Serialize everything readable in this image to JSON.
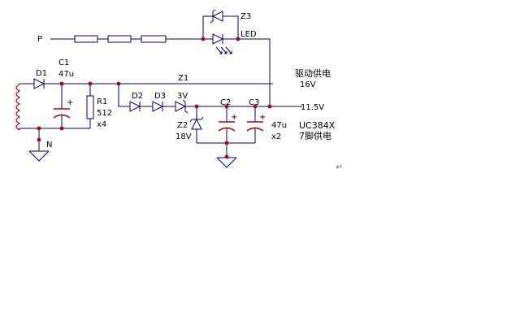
{
  "labels": {
    "p": "P",
    "n": "N",
    "d1": "D1",
    "c1": "C1",
    "c1_value": "47u",
    "r1": "R1",
    "r1_value": "512",
    "r1_count": "x4",
    "z1": "Z1",
    "z3": "Z3",
    "led": "LED",
    "d2": "D2",
    "d3": "D3",
    "v3": "3V",
    "z2": "Z2",
    "z2_value": "18V",
    "c2": "C2",
    "c3": "C3",
    "c3_value": "47u",
    "c3_count": "x2",
    "drive_power": "驱动供电",
    "v16": "16V",
    "v115": "11.5V",
    "uc384x": "UC384X",
    "pin7_power": "7脚供电",
    "paragraph_mark": "↵"
  },
  "colors": {
    "wire": "#000080",
    "junction": "#c00000",
    "capacitor": "#c00000",
    "text": "#000000"
  }
}
